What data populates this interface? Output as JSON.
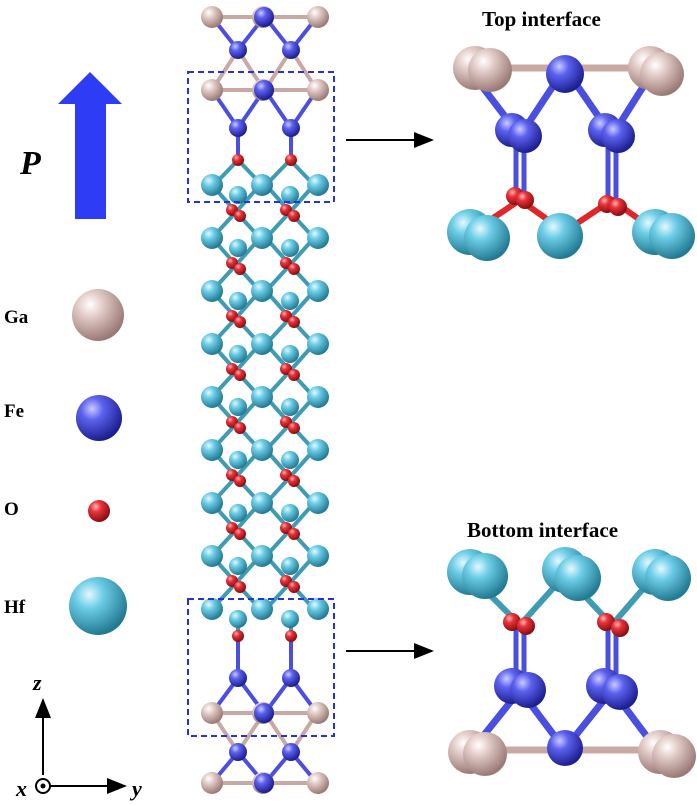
{
  "polarization": {
    "label": "P",
    "arrow_color": "#2f3cf5"
  },
  "legend": [
    {
      "element": "Ga",
      "color": "#c9a9a4"
    },
    {
      "element": "Fe",
      "color": "#4b4fe0"
    },
    {
      "element": "O",
      "color": "#e0262b"
    },
    {
      "element": "Hf",
      "color": "#5fc4de"
    }
  ],
  "panels": {
    "top": {
      "title": "Top interface"
    },
    "bottom": {
      "title": "Bottom interface"
    }
  },
  "axes": {
    "z": "z",
    "y": "y",
    "x": "x"
  },
  "colors": {
    "box": "#2233dd",
    "bond_hf": "#3f9bb4",
    "bond_ga": "#c9a9a4",
    "bond_fe": "#4b4fe0",
    "bond_o": "#e0262b"
  }
}
